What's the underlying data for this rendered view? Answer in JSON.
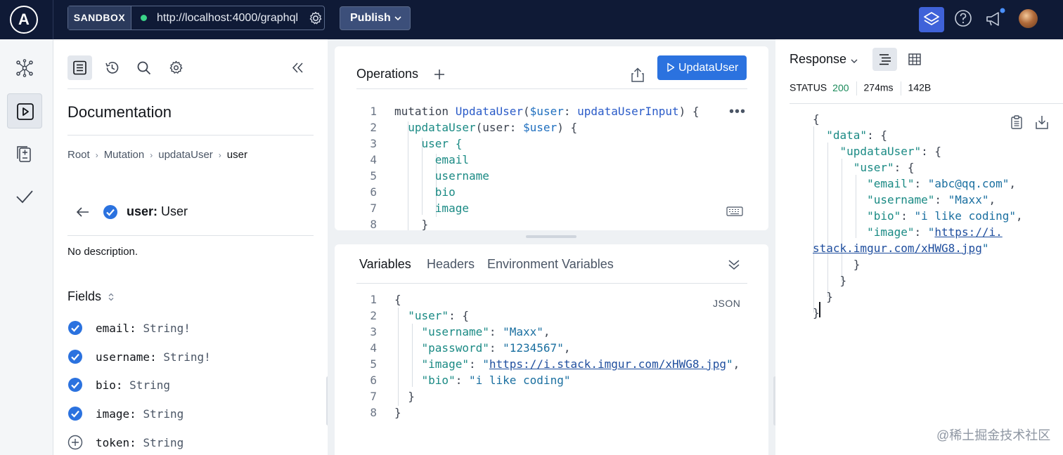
{
  "topbar": {
    "logo_letter": "A",
    "sandbox_label": "SANDBOX",
    "endpoint_url": "http://localhost:4000/graphql",
    "publish_label": "Publish",
    "icons": [
      "settings-icon",
      "schema-reference-icon",
      "help-icon",
      "announcement-icon",
      "avatar"
    ]
  },
  "leftnav": {
    "items": [
      "schema-icon",
      "explorer-icon",
      "checks-icon",
      "launches-icon"
    ],
    "active": "explorer-icon"
  },
  "docs": {
    "title": "Documentation",
    "breadcrumb": [
      "Root",
      "Mutation",
      "updataUser",
      "user"
    ],
    "type_field": "user",
    "type_sep": ":",
    "type_name": "User",
    "description": "No description.",
    "fields_title": "Fields",
    "fields": [
      {
        "name": "email:",
        "type": "String!",
        "selected": true
      },
      {
        "name": "username:",
        "type": "String!",
        "selected": true
      },
      {
        "name": "bio:",
        "type": "String",
        "selected": true
      },
      {
        "name": "image:",
        "type": "String",
        "selected": true
      },
      {
        "name": "token:",
        "type": "String",
        "selected": false
      }
    ]
  },
  "operations": {
    "title": "Operations",
    "run_label": "UpdataUser",
    "lines": {
      "l1_kw": "mutation",
      "l1_name": "UpdataUser",
      "l1_open": "(",
      "l1_var": "$user",
      "l1_colon": ": ",
      "l1_type": "updataUserInput",
      "l1_close": ") {",
      "l2_field": "updataUser",
      "l2_open": "(user: ",
      "l2_var": "$user",
      "l2_close": ") {",
      "l3": "user {",
      "l4": "email",
      "l5": "username",
      "l6": "bio",
      "l7": "image",
      "l8": "}"
    },
    "line_numbers": "1\n2\n3\n4\n5\n6\n7\n8"
  },
  "variables": {
    "tabs": [
      "Variables",
      "Headers",
      "Environment Variables"
    ],
    "active_tab": "Variables",
    "format_label": "JSON",
    "line_numbers": "1\n2\n3\n4\n5\n6\n7\n8",
    "user_key": "\"user\"",
    "username_key": "\"username\"",
    "username_val": "\"Maxx\"",
    "password_key": "\"password\"",
    "password_val": "\"1234567\"",
    "image_key": "\"image\"",
    "image_url": "https://i.stack.imgur.com/xHWG8.jpg",
    "bio_key": "\"bio\"",
    "bio_val": "\"i like coding\""
  },
  "response": {
    "title": "Response",
    "status_label": "STATUS",
    "status_code": "200",
    "time": "274ms",
    "size": "142B",
    "data_key": "\"data\"",
    "updata_key": "\"updataUser\"",
    "user_key": "\"user\"",
    "email_key": "\"email\"",
    "email_val": "\"abc@qq.com\"",
    "username_key": "\"username\"",
    "username_val": "\"Maxx\"",
    "bio_key": "\"bio\"",
    "bio_val": "\"i like coding\"",
    "image_key": "\"image\"",
    "image_url_part1": "https://i.",
    "image_url_part2": "stack.imgur.com/xHWG8.jpg"
  },
  "watermark": "@稀土掘金技术社区",
  "colors": {
    "topbar_bg": "#0f1a36",
    "run_button": "#2b72df",
    "check_blue": "#2b72df",
    "status_ok": "#1a8a5a"
  }
}
